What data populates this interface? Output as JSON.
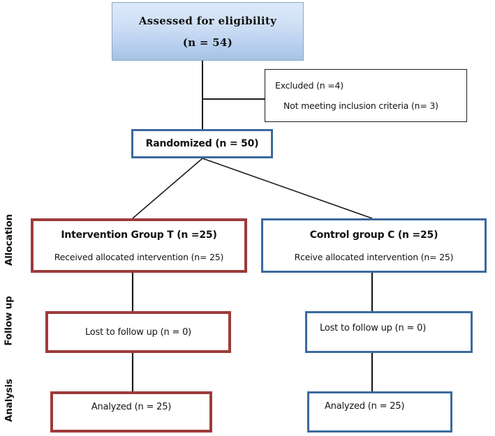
{
  "diagram": {
    "type": "consort-flow-diagram",
    "colors": {
      "blue_border": "#3b6a9e",
      "red_border": "#9e3b3b",
      "black_border": "#1b1b1b",
      "top_box_gradient_start": "#dce9f8",
      "top_box_gradient_end": "#a7c2e6",
      "connector_line": "#1b1b1b",
      "background": "#ffffff"
    }
  },
  "stage_labels": [
    {
      "id": "allocation",
      "label": "Allocation"
    },
    {
      "id": "follow-up",
      "label": "Follow up"
    },
    {
      "id": "analysis",
      "label": "Analysis"
    }
  ],
  "nodes": {
    "eligibility": {
      "title": "Assessed for eligibility",
      "count_line": "(n = 54)",
      "n": 54
    },
    "excluded": {
      "line1": "Excluded (n =4)",
      "line2": "Not meeting inclusion criteria (n= 3)",
      "excluded_n": 4,
      "not_meeting_inclusion_criteria_n": 3
    },
    "randomized": {
      "title": "Randomized (n = 50)",
      "n": 50
    },
    "intervention": {
      "title": "Intervention Group T (n =25)",
      "subtitle": "Received allocated intervention (n= 25)",
      "n": 25
    },
    "control": {
      "title": "Control group C (n =25)",
      "subtitle": "Rceive allocated intervention (n= 25)",
      "n": 25
    },
    "lost_left": {
      "text": "Lost to follow up (n = 0)",
      "n": 0
    },
    "lost_right": {
      "text": "Lost to follow up (n = 0)",
      "n": 0
    },
    "analyzed_left": {
      "text": "Analyzed (n = 25)",
      "n": 25
    },
    "analyzed_right": {
      "text": "Analyzed (n = 25)",
      "n": 25
    }
  }
}
